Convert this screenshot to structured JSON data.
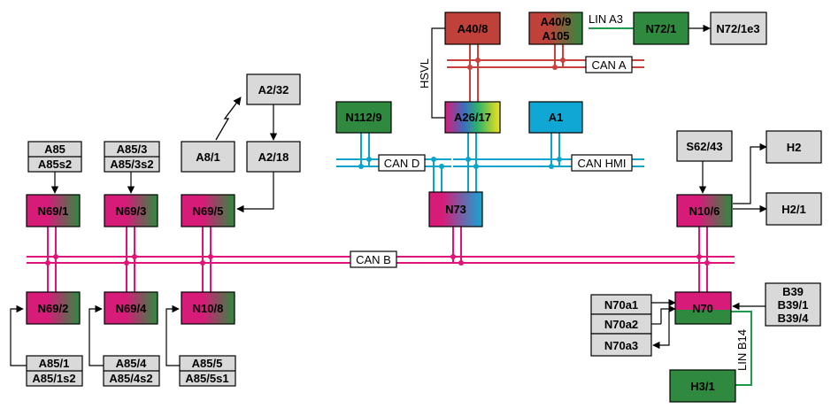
{
  "colors": {
    "can_b": "#e0137a",
    "can_a": "#c8413c",
    "can_d_hmi": "#0aa3c9",
    "lin": "#1a9a4a",
    "gray": "#d9d9d9",
    "magenta": "#d61c78",
    "green": "#2f8a3f",
    "red": "#c0403a",
    "cyan": "#11a7d4"
  },
  "buses": {
    "can_b": "CAN B",
    "can_a": "CAN A",
    "can_d": "CAN D",
    "can_hmi": "CAN HMI",
    "lin_a3": "LIN A3",
    "lin_b14": "LIN B14",
    "hsvl": "HSVL"
  },
  "modules": {
    "n69_1": "N69/1",
    "n69_3": "N69/3",
    "n69_5": "N69/5",
    "n69_2": "N69/2",
    "n69_4": "N69/4",
    "n10_8": "N10/8",
    "n73": "N73",
    "n10_6": "N10/6",
    "n70": "N70",
    "n112_9": "N112/9",
    "a26_17": "A26/17",
    "a1": "A1",
    "a40_8": "A40/8",
    "a40_9": "A40/9",
    "a105": "A105",
    "n72_1": "N72/1",
    "n72_1e3": "N72/1e3",
    "a85": "A85",
    "a85s2": "A85s2",
    "a85_3": "A85/3",
    "a85_3s2": "A85/3s2",
    "a8_1": "A8/1",
    "a2_32": "A2/32",
    "a2_18": "A2/18",
    "a85_1": "A85/1",
    "a85_1s2": "A85/1s2",
    "a85_4": "A85/4",
    "a85_4s2": "A85/4s2",
    "a85_5": "A85/5",
    "a85_5s1": "A85/5s1",
    "s62_43": "S62/43",
    "h2": "H2",
    "h2_1": "H2/1",
    "n70a1": "N70a1",
    "n70a2": "N70a2",
    "n70a3": "N70a3",
    "b39": "B39",
    "b39_1": "B39/1",
    "b39_4": "B39/4",
    "h3_1": "H3/1"
  }
}
